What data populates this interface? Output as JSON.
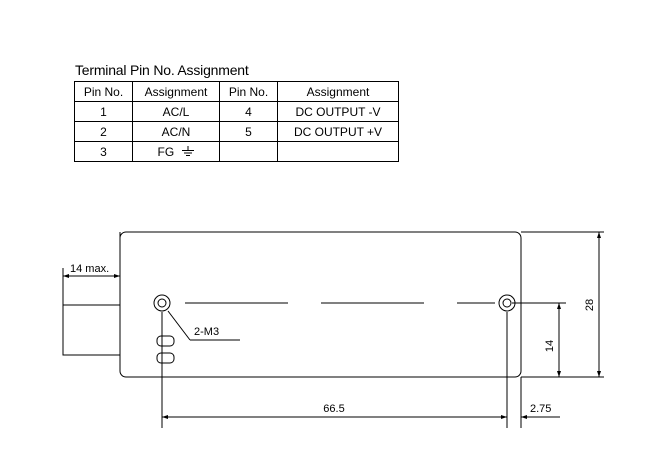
{
  "table": {
    "title": "Terminal Pin No.  Assignment",
    "headers": [
      "Pin No.",
      "Assignment",
      "Pin No.",
      "Assignment"
    ],
    "rows": [
      [
        "1",
        "AC/L",
        "4",
        "DC OUTPUT -V"
      ],
      [
        "2",
        "AC/N",
        "5",
        "DC OUTPUT +V"
      ],
      [
        "3",
        "FG",
        "",
        ""
      ]
    ],
    "ground_symbol": "ground-symbol"
  },
  "dimensions": {
    "terminal_length": "14 max.",
    "mounting_holes": "2-M3",
    "hole_height": "14",
    "total_height": "28",
    "hole_spacing": "66.5",
    "edge_offset": "2.75"
  }
}
